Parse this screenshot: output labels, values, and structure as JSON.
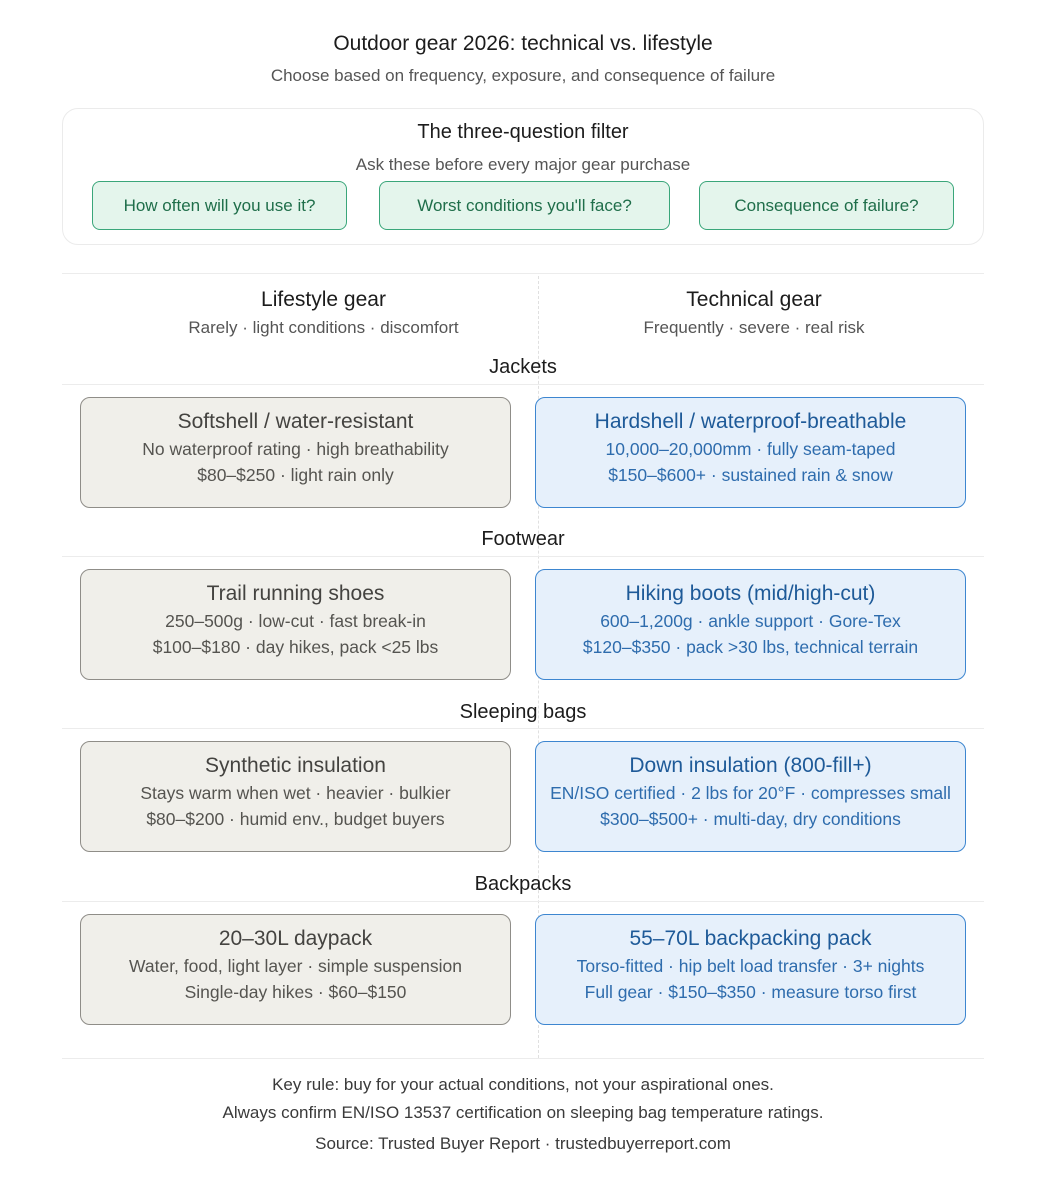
{
  "title": "Outdoor gear 2026: technical vs. lifestyle",
  "subtitle": "Choose based on frequency, exposure, and consequence of failure",
  "filter": {
    "title": "The three-question filter",
    "subtitle": "Ask these before every major gear purchase",
    "questions": [
      "How often will you use it?",
      "Worst conditions you'll face?",
      "Consequence of failure?"
    ]
  },
  "columns": {
    "lifestyle": {
      "title": "Lifestyle gear",
      "subtitle": "Rarely · light conditions · discomfort"
    },
    "technical": {
      "title": "Technical gear",
      "subtitle": "Frequently · severe · real risk"
    }
  },
  "sections": [
    {
      "label": "Jackets",
      "lifestyle": {
        "title": "Softshell / water-resistant",
        "line1": "No waterproof rating · high breathability",
        "line2": "$80–$250 · light rain only"
      },
      "technical": {
        "title": "Hardshell / waterproof-breathable",
        "line1": "10,000–20,000mm · fully seam-taped",
        "line2": "$150–$600+ · sustained rain & snow"
      }
    },
    {
      "label": "Footwear",
      "lifestyle": {
        "title": "Trail running shoes",
        "line1": "250–500g · low-cut · fast break-in",
        "line2": "$100–$180 · day hikes, pack <25 lbs"
      },
      "technical": {
        "title": "Hiking boots (mid/high-cut)",
        "line1": "600–1,200g · ankle support · Gore-Tex",
        "line2": "$120–$350 · pack >30 lbs, technical terrain"
      }
    },
    {
      "label": "Sleeping bags",
      "lifestyle": {
        "title": "Synthetic insulation",
        "line1": "Stays warm when wet · heavier · bulkier",
        "line2": "$80–$200 · humid env., budget buyers"
      },
      "technical": {
        "title": "Down insulation (800-fill+)",
        "line1": "EN/ISO certified · 2 lbs for 20°F · compresses small",
        "line2": "$300–$500+ · multi-day, dry conditions"
      }
    },
    {
      "label": "Backpacks",
      "lifestyle": {
        "title": "20–30L daypack",
        "line1": "Water, food, light layer · simple suspension",
        "line2": "Single-day hikes · $60–$150"
      },
      "technical": {
        "title": "55–70L backpacking pack",
        "line1": "Torso-fitted · hip belt load transfer · 3+ nights",
        "line2": "Full gear · $150–$350 · measure torso first"
      }
    }
  ],
  "footer": {
    "rule": "Key rule: buy for your actual conditions, not your aspirational ones.",
    "note": "Always confirm EN/ISO 13537 certification on sleeping bag temperature ratings.",
    "source": "Source: Trusted Buyer Report · trustedbuyerreport.com"
  },
  "colors": {
    "lifestyle_fill": "#f0efea",
    "lifestyle_border": "#8f8d88",
    "technical_fill": "#e6f0fb",
    "technical_border": "#3d86d0",
    "question_fill": "#e4f5ec",
    "question_border": "#3aa67a"
  }
}
